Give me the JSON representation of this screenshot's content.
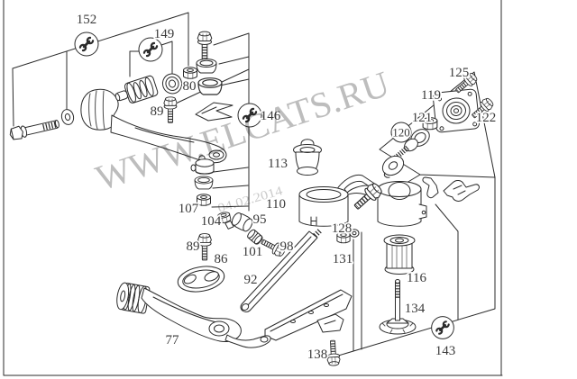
{
  "diagram": {
    "type": "exploded-parts-diagram",
    "watermark_text": "WWW.ELCATS.RU",
    "date_stamp": "04.02.2014",
    "colors": {
      "background": "#ffffff",
      "line": "#2b2b2b",
      "label": "#3a3a3a",
      "watermark": "#bdbdbd",
      "date_watermark": "#cbcbcb"
    },
    "callouts": [
      {
        "id": "152",
        "text": "152",
        "kind": "tool"
      },
      {
        "id": "149",
        "text": "149",
        "kind": "tool"
      },
      {
        "id": "80",
        "text": "80",
        "kind": "part"
      },
      {
        "id": "89-upper",
        "text": "89",
        "kind": "part"
      },
      {
        "id": "146",
        "text": "146",
        "kind": "tool"
      },
      {
        "id": "113",
        "text": "113",
        "kind": "part"
      },
      {
        "id": "107",
        "text": "107",
        "kind": "part"
      },
      {
        "id": "104",
        "text": "104",
        "kind": "part"
      },
      {
        "id": "95",
        "text": "95",
        "kind": "part"
      },
      {
        "id": "110",
        "text": "110",
        "kind": "part"
      },
      {
        "id": "101",
        "text": "101",
        "kind": "part"
      },
      {
        "id": "98",
        "text": "98",
        "kind": "part"
      },
      {
        "id": "89-lower",
        "text": "89",
        "kind": "part"
      },
      {
        "id": "86",
        "text": "86",
        "kind": "part"
      },
      {
        "id": "92",
        "text": "92",
        "kind": "part"
      },
      {
        "id": "77",
        "text": "77",
        "kind": "part"
      },
      {
        "id": "128",
        "text": "128",
        "kind": "part"
      },
      {
        "id": "131",
        "text": "131",
        "kind": "part"
      },
      {
        "id": "116",
        "text": "116",
        "kind": "part"
      },
      {
        "id": "134",
        "text": "134",
        "kind": "part"
      },
      {
        "id": "138",
        "text": "138",
        "kind": "part"
      },
      {
        "id": "143",
        "text": "143",
        "kind": "tool"
      },
      {
        "id": "119",
        "text": "119",
        "kind": "part"
      },
      {
        "id": "120",
        "text": "120",
        "kind": "assembly"
      },
      {
        "id": "121",
        "text": "121",
        "kind": "part"
      },
      {
        "id": "122",
        "text": "122",
        "kind": "part"
      },
      {
        "id": "125",
        "text": "125",
        "kind": "part"
      }
    ]
  }
}
